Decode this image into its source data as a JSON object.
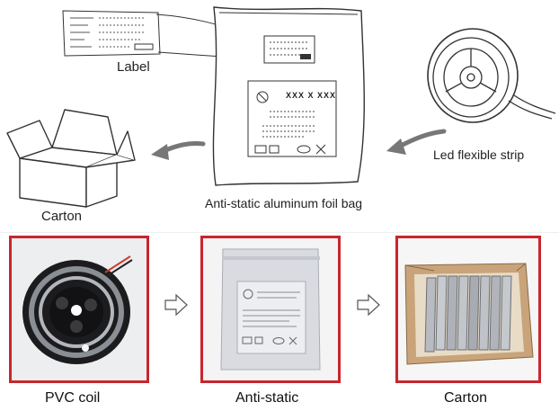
{
  "sketch": {
    "label_caption": "Label",
    "carton_caption": "Carton",
    "bag_caption": "Anti-static aluminum foil bag",
    "strip_caption": "Led flexible strip",
    "bag_code": "XXX X XXX"
  },
  "photos": {
    "items": [
      {
        "caption": "PVC coil"
      },
      {
        "caption": "Anti-static"
      },
      {
        "caption": "Carton"
      }
    ]
  },
  "colors": {
    "frame_red": "#c8262e",
    "carton_brown": "#c9a37a",
    "foil_silver": "#d9dbe0"
  }
}
